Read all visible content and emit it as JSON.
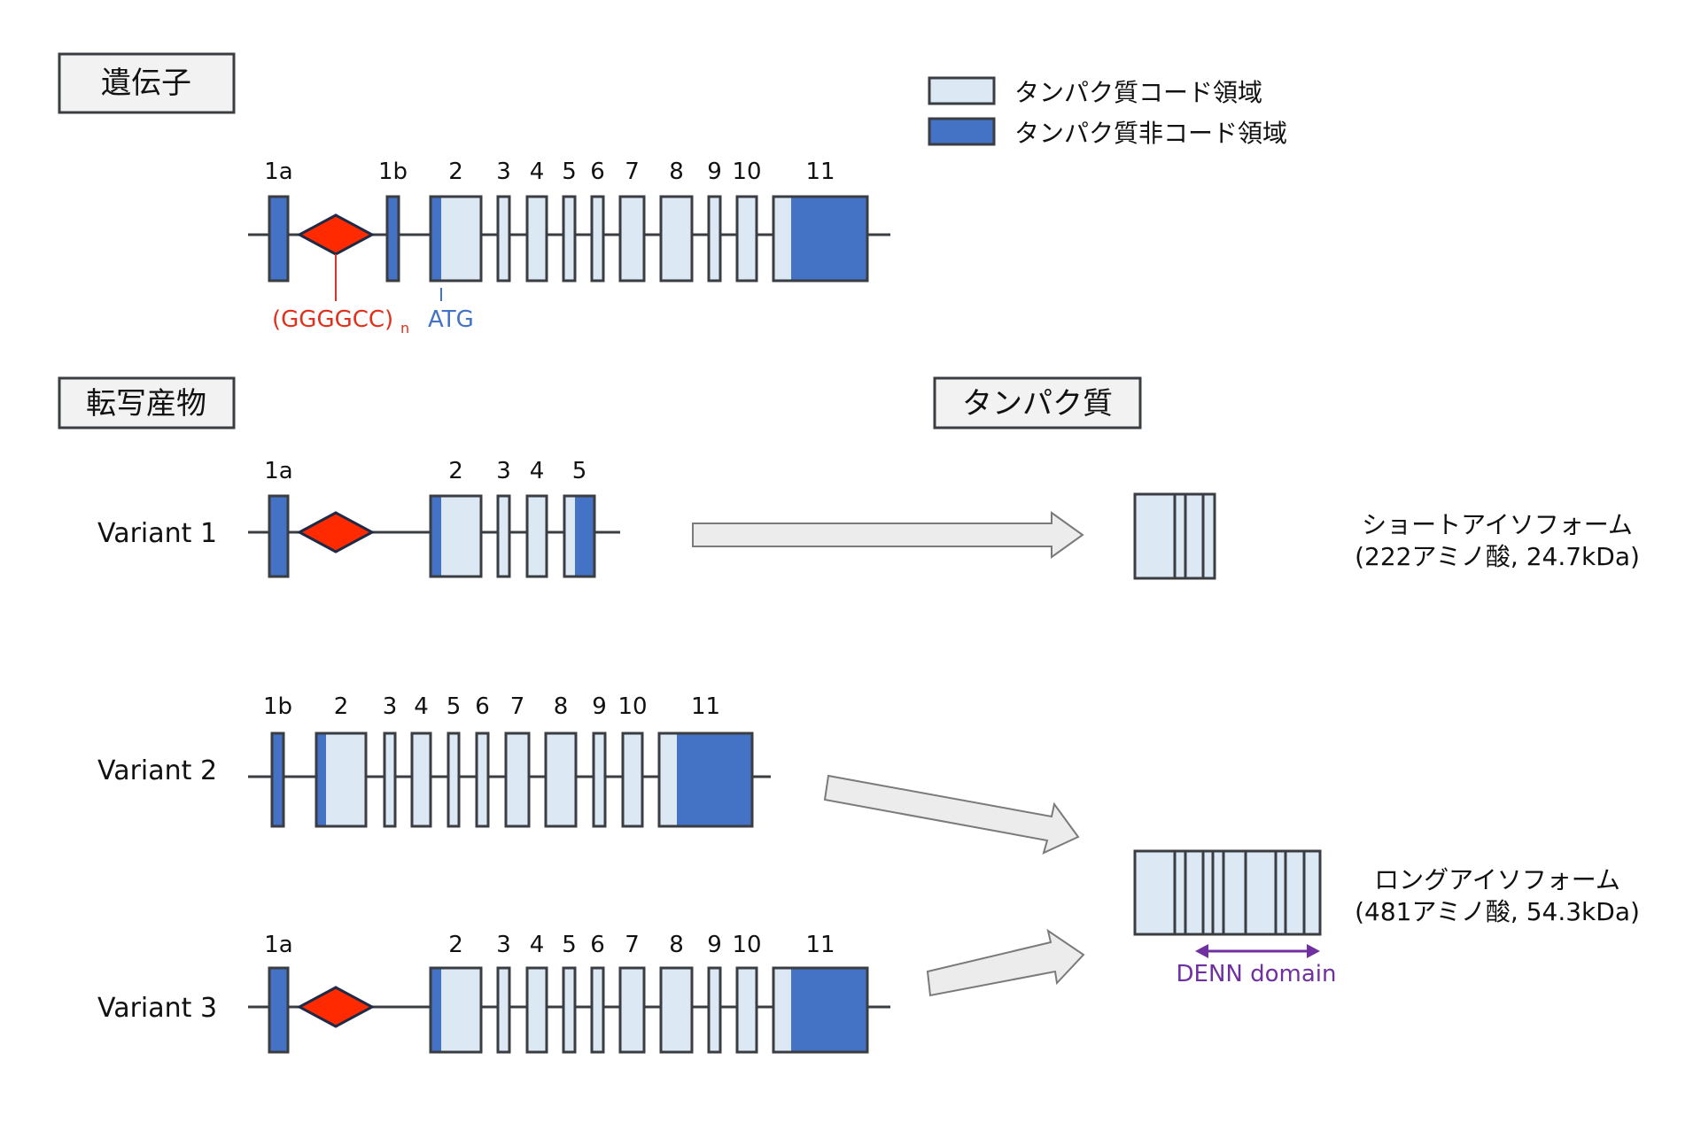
{
  "colors": {
    "coding": "#dde8f5",
    "noncoding": "#4472c4",
    "outline": "#3a3d42",
    "repeat": "#ff2a00",
    "repeat_outline": "#1f2a44",
    "repeat_label": "#e0301e",
    "atg_label": "#4472c4",
    "arrow_fill": "#ececec",
    "arrow_stroke": "#7a7a7a",
    "denn": "#7030a0",
    "section_box_fill": "#f2f2f2"
  },
  "sections": {
    "gene": "遺伝子",
    "transcripts": "転写産物",
    "protein": "タンパク質"
  },
  "legend": [
    {
      "type": "coding",
      "label": "タンパク質コード領域"
    },
    {
      "type": "noncoding",
      "label": "タンパク質非コード領域"
    }
  ],
  "gene": {
    "exons": [
      "1a",
      "1b",
      "2",
      "3",
      "4",
      "5",
      "6",
      "7",
      "8",
      "9",
      "10",
      "11"
    ],
    "repeat_label": "(GGGGCC)",
    "repeat_subscript": "n",
    "start_codon_label": "ATG"
  },
  "variants": [
    {
      "name": "Variant 1",
      "exons": [
        "1a",
        "2",
        "3",
        "4",
        "5"
      ],
      "has_repeat": true,
      "protein": "short"
    },
    {
      "name": "Variant 2",
      "exons": [
        "1b",
        "2",
        "3",
        "4",
        "5",
        "6",
        "7",
        "8",
        "9",
        "10",
        "11"
      ],
      "has_repeat": false,
      "protein": "long"
    },
    {
      "name": "Variant 3",
      "exons": [
        "1a",
        "2",
        "3",
        "4",
        "5",
        "6",
        "7",
        "8",
        "9",
        "10",
        "11"
      ],
      "has_repeat": true,
      "protein": "long"
    }
  ],
  "proteins": {
    "short": {
      "name": "ショートアイソフォーム",
      "detail": "(222アミノ酸, 24.7kDa)"
    },
    "long": {
      "name": "ロングアイソフォーム",
      "detail": "(481アミノ酸, 54.3kDa)",
      "domain_label": "DENN domain"
    }
  }
}
